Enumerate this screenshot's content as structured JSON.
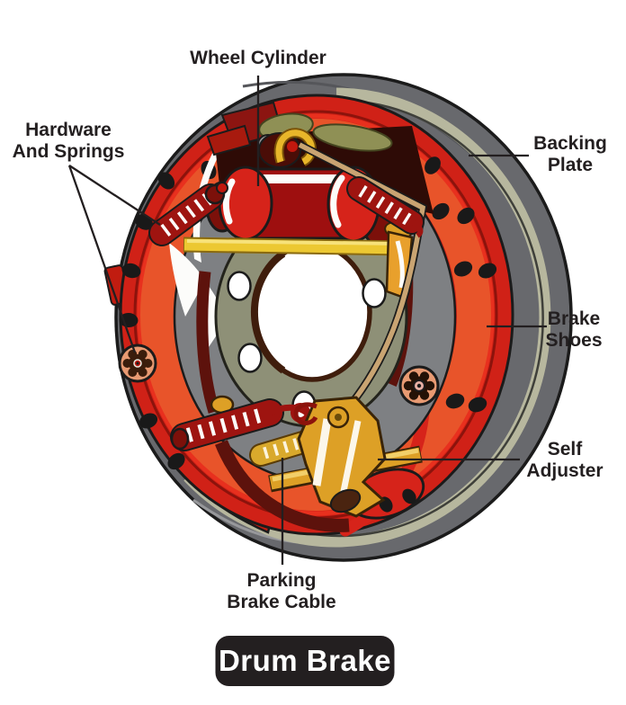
{
  "diagram": {
    "title": "Drum Brake",
    "labels": {
      "wheel_cylinder": [
        "Wheel Cylinder"
      ],
      "hardware_springs": [
        "Hardware",
        "And Springs"
      ],
      "backing_plate": [
        "Backing",
        "Plate"
      ],
      "brake_shoes": [
        "Brake",
        "Shoes"
      ],
      "self_adjuster": [
        "Self",
        "Adjuster"
      ],
      "parking_brake_cable": [
        "Parking",
        "Brake Cable"
      ]
    },
    "colors": {
      "label_text": "#231f20",
      "badge_bg": "#231f20",
      "badge_text": "#ffffff",
      "drum_grey": "#68696d",
      "rim_olive": "#b7b79e",
      "ring_red": "#d02117",
      "bright_red": "#d6231a",
      "shoe_orange": "#e8542a",
      "inner_grey": "#7e8083",
      "hub_olive": "#8e9077",
      "spring_red": "#9e1410",
      "gold": "#dda026",
      "yellow_bar": "#ecc832",
      "cable_tan": "#c9a472",
      "maroon": "#5d120c",
      "salmon": "#e89a72"
    }
  }
}
